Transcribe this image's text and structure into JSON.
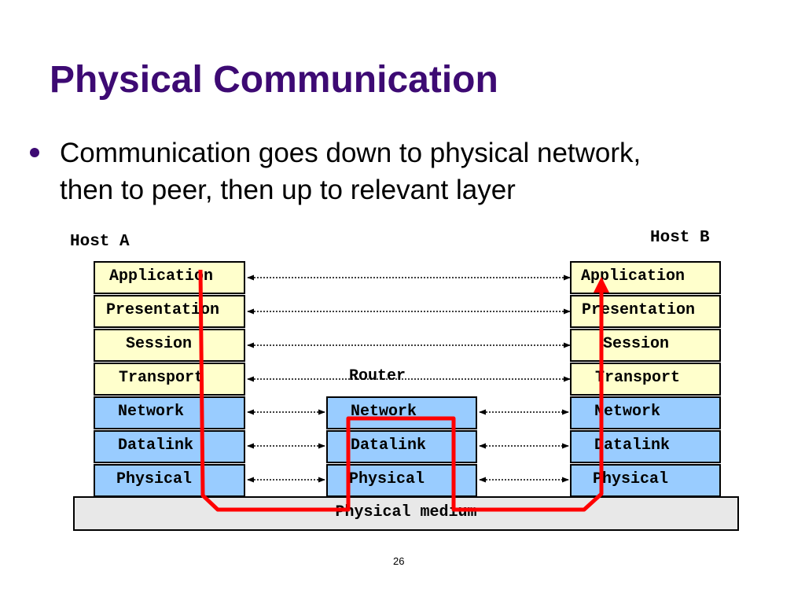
{
  "slide": {
    "title": "Physical Communication",
    "bullet_line1": "Communication goes down to physical network,",
    "bullet_line2": "then to peer, then up to relevant layer",
    "page_number": "26"
  },
  "diagram": {
    "host_a_label": "Host A",
    "host_b_label": "Host B",
    "router_label": "Router",
    "medium_label": "Physical medium",
    "host_a_layers": [
      "Application",
      "Presentation",
      "Session",
      "Transport",
      "Network",
      "Datalink",
      "Physical"
    ],
    "router_layers": [
      "Network",
      "Datalink",
      "Physical"
    ],
    "host_b_layers": [
      "Application",
      "Presentation",
      "Session",
      "Transport",
      "Network",
      "Datalink",
      "Physical"
    ],
    "colors": {
      "title": "#3d0a73",
      "upper_layers": "#ffffcc",
      "lower_layers": "#99ccff",
      "medium": "#e8e8e8",
      "path": "#ff0000"
    }
  }
}
